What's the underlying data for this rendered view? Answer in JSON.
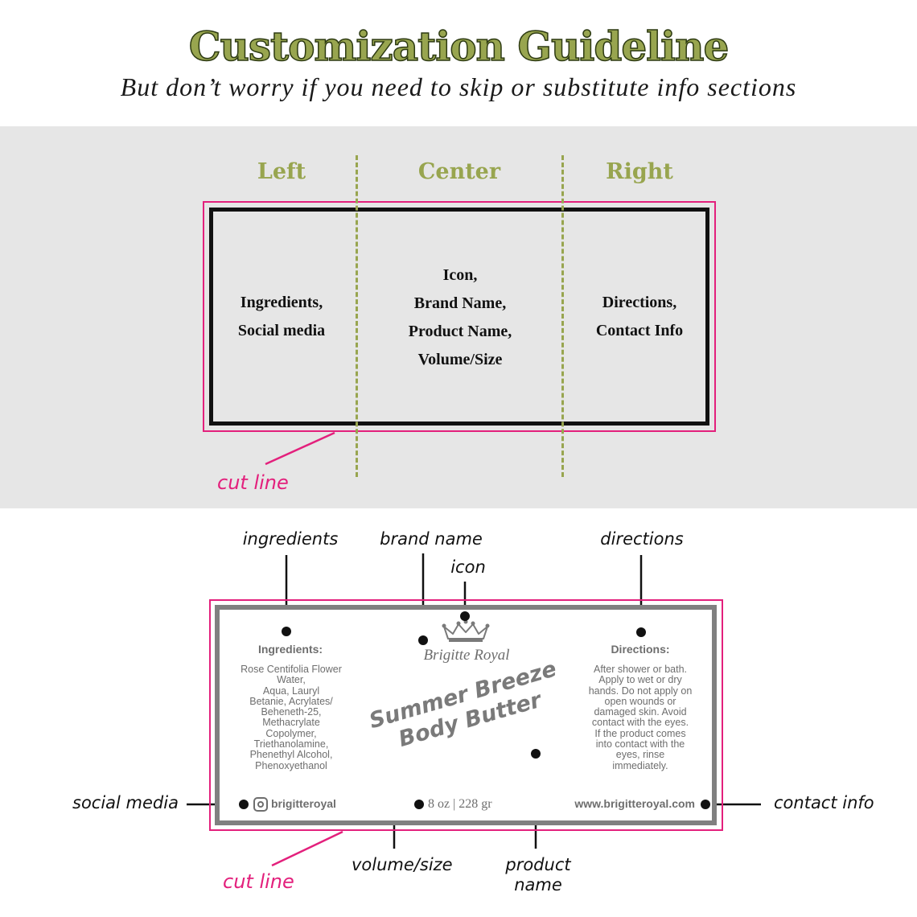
{
  "header": {
    "title": "Customization Guideline",
    "subtitle": "But don’t worry if you need to skip or substitute info sections"
  },
  "guide": {
    "columns": [
      "Left",
      "Center",
      "Right"
    ],
    "left_text": [
      "Ingredients,",
      "Social media"
    ],
    "center_text": [
      "Icon,",
      "Brand Name,",
      "Product Name,",
      "Volume/Size"
    ],
    "right_text": [
      "Directions,",
      "Contact Info"
    ],
    "cut_line_label": "cut line"
  },
  "label": {
    "ingredients_title": "Ingredients:",
    "ingredients_lines": [
      "Rose Centifolia Flower",
      "Water,",
      "Aqua, Lauryl",
      "Betanie, Acrylates/",
      "Beheneth-25,",
      "Methacrylate",
      "Copolymer,",
      "Triethanolamine,",
      "Phenethyl Alcohol,",
      "Phenoxyethanol"
    ],
    "brand_name": "Brigitte Royal",
    "product_name_line1": "Summer Breeze",
    "product_name_line2": "Body Butter",
    "directions_title": "Directions:",
    "directions_lines": [
      "After shower or bath.",
      "Apply to wet or dry",
      "hands. Do not apply on",
      "open wounds or",
      "damaged skin. Avoid",
      "contact with the eyes.",
      "If the product comes",
      "into contact with the",
      "eyes, rinse",
      "immediately."
    ],
    "social_handle": "brigitteroyal",
    "volume": "8 oz | 228 gr",
    "website": "www.brigitteroyal.com"
  },
  "annotations": {
    "ingredients": "ingredients",
    "brand_name": "brand name",
    "icon": "icon",
    "directions": "directions",
    "social_media": "social media",
    "contact_info": "contact info",
    "volume_size": "volume/size",
    "product_name_line1": "product",
    "product_name_line2": "name",
    "cut_line": "cut line"
  },
  "colors": {
    "accent_green": "#98a54f",
    "cut_line_pink": "#e3207c",
    "band_grey": "#e6e6e6",
    "label_grey": "#7a7a7a"
  }
}
